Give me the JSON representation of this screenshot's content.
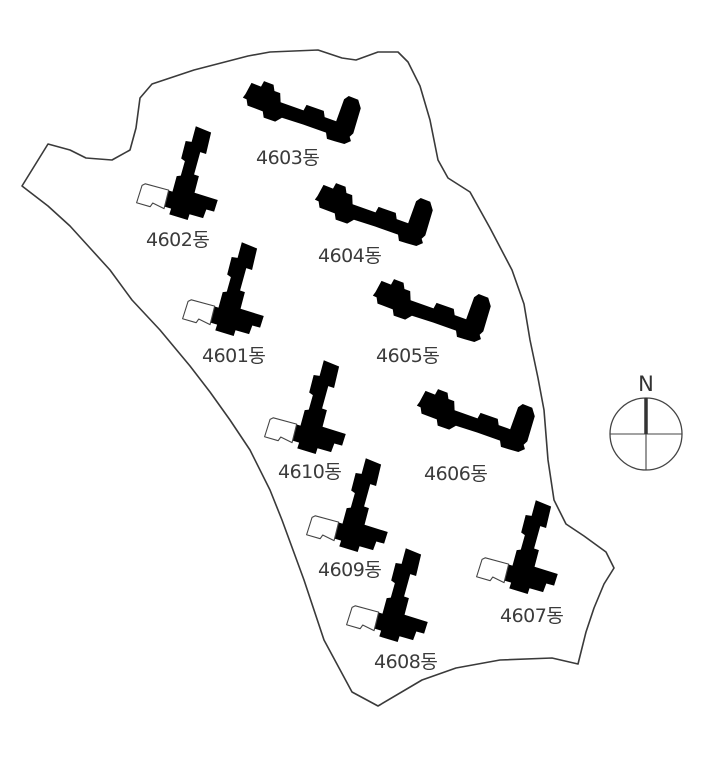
{
  "map": {
    "highlight_color": "#7383c7",
    "compass_label": "N",
    "buildings": [
      {
        "label": "4601동",
        "highlighted": true
      },
      {
        "label": "4602동",
        "highlighted": true
      },
      {
        "label": "4603동",
        "highlighted": false
      },
      {
        "label": "4604동",
        "highlighted": false
      },
      {
        "label": "4605동",
        "highlighted": false
      },
      {
        "label": "4606동",
        "highlighted": false
      },
      {
        "label": "4607동",
        "highlighted": true
      },
      {
        "label": "4608동",
        "highlighted": true
      },
      {
        "label": "4609동",
        "highlighted": true
      },
      {
        "label": "4610동",
        "highlighted": true
      }
    ]
  }
}
